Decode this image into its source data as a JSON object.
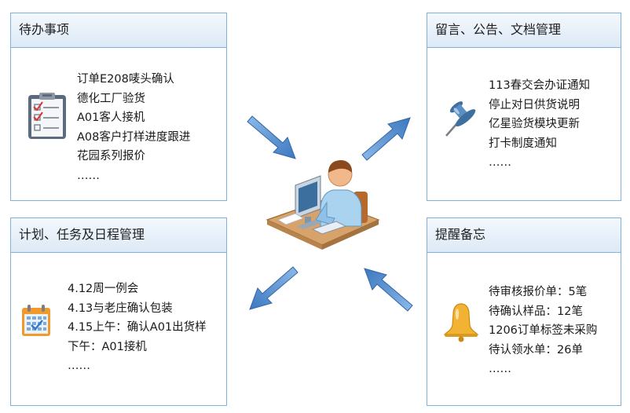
{
  "panels": {
    "todo": {
      "title": "待办事项",
      "icon": "clipboard-checklist-icon",
      "items": [
        "订单E208唛头确认",
        "德化工厂验货",
        "A01客人接机",
        "A08客户打样进度跟进",
        "花园系列报价",
        "……"
      ]
    },
    "plan": {
      "title": "计划、任务及日程管理",
      "icon": "calendar-icon",
      "items": [
        "4.12周一例会",
        "4.13与老庄确认包装",
        "4.15上午：确认A01出货样",
        "下午：A01接机",
        "……"
      ]
    },
    "notice": {
      "title": "留言、公告、文档管理",
      "icon": "pushpin-icon",
      "items": [
        "113春交会办证通知",
        "停止对日供货说明",
        "亿星验货模块更新",
        "打卡制度通知",
        "……"
      ]
    },
    "reminder": {
      "title": "提醒备忘",
      "icon": "bell-icon",
      "items": [
        "待审核报价单：5笔",
        "待确认样品：12笔",
        "1206订单标签未采购",
        "待认领水单：26单",
        "……"
      ]
    }
  },
  "center": {
    "icon": "user-at-computer-icon"
  },
  "colors": {
    "panel_border": "#7fb0de",
    "header_bg": "#e4eef9",
    "arrow_fill": "#4a86cc"
  }
}
